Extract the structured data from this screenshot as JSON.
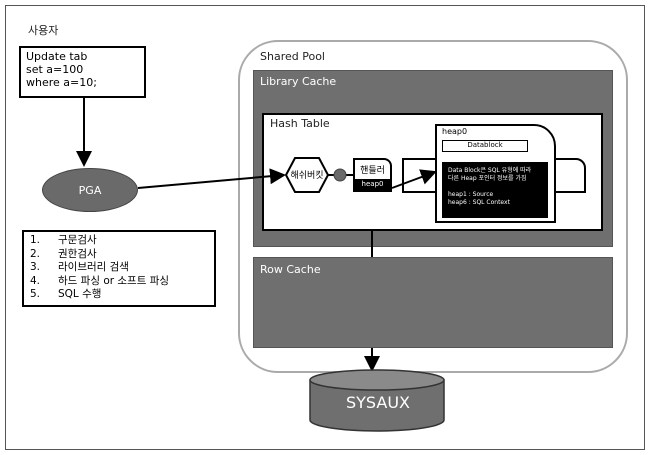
{
  "user": {
    "label": "사용자",
    "sql": "Update tab\nset a=100\nwhere a=10;"
  },
  "pga": "PGA",
  "steps": [
    {
      "num": "1.",
      "text": "구문검사"
    },
    {
      "num": "2.",
      "text": "권한검사"
    },
    {
      "num": "3.",
      "text": "라이브러리 검색"
    },
    {
      "num": "4.",
      "text": "하드 파싱 or 소프트 파싱"
    },
    {
      "num": "5.",
      "text": "SQL 수행"
    }
  ],
  "shared_pool": {
    "label": "Shared Pool",
    "library_cache": {
      "label": "Library Cache",
      "hash_table": {
        "label": "Hash Table",
        "bucket": "해쉬버킷",
        "handler": "핸들러",
        "handler_heap": "heap0",
        "heap_card": {
          "title": "heap0",
          "datablock": "Datablock",
          "info": "Data Block은 SQL 유형에 따라\n다른 Heap 포인터 정보를 가짐\n\nheap1 : Source\nheap6 : SQL Context"
        }
      }
    },
    "row_cache": {
      "label": "Row Cache"
    }
  },
  "sysaux": "SYSAUX",
  "colors": {
    "gray_box": "#6f6f6f",
    "pga": "#6a6a6a",
    "black": "#000000"
  }
}
